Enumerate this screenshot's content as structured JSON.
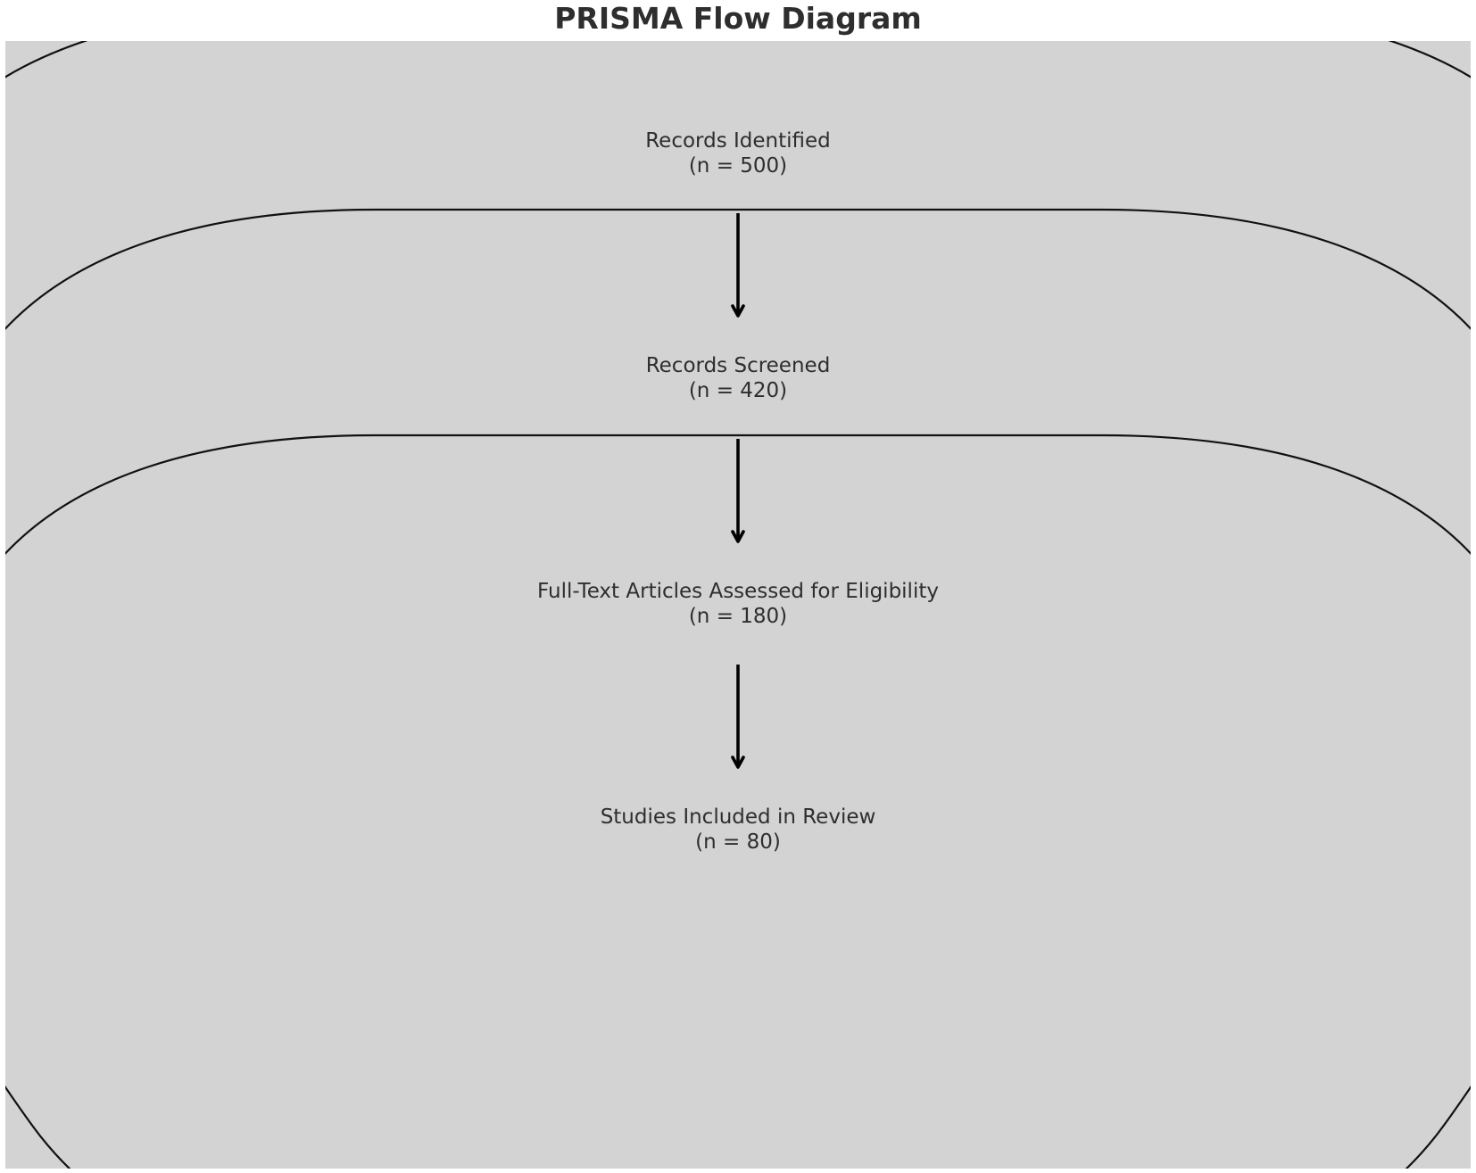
{
  "title": "PRISMA Flow Diagram",
  "colors": {
    "stage_fill": "#d3d3d3",
    "stroke": "#111111",
    "text": "#2e2e2e",
    "background": "#ffffff"
  },
  "stages": [
    {
      "label": "Records Identified",
      "count": "(n = 500)"
    },
    {
      "label": "Records Screened",
      "count": "(n = 420)"
    },
    {
      "label": "Full-Text Articles Assessed for Eligibility",
      "count": "(n = 180)"
    },
    {
      "label": "Studies Included in Review",
      "count": "(n = 80)"
    }
  ]
}
